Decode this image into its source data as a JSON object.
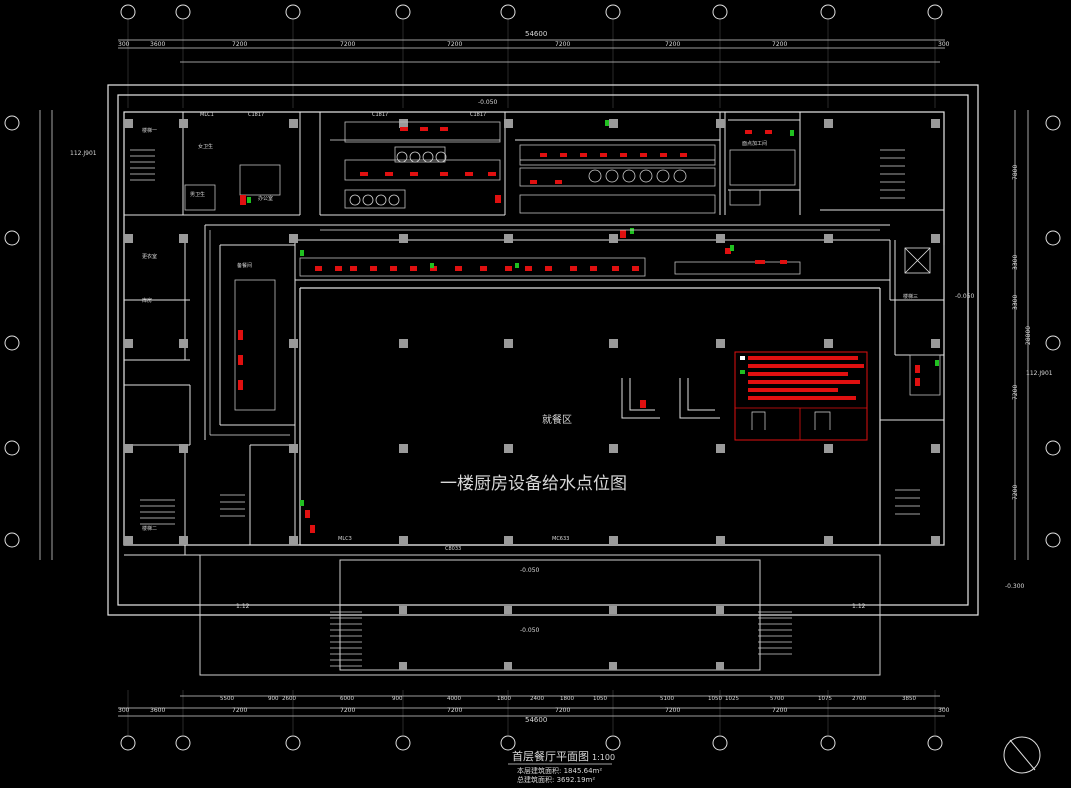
{
  "drawing": {
    "main_title": "一楼厨房设备给水点位图",
    "sheet_title": "首层餐厅平面图",
    "scale": "1:100",
    "area_line_1": "本层建筑面积: 1845.64m²",
    "area_line_2": "总建筑面积: 3692.19m²",
    "hall_label": "就餐区"
  },
  "dimensions": {
    "overall": "54600",
    "top_row": [
      "300",
      "3600",
      "7200",
      "7200",
      "7200",
      "7200",
      "7200",
      "7200",
      "300"
    ],
    "bottom_row": [
      "300",
      "3600",
      "7200",
      "7200",
      "7200",
      "7200",
      "7200",
      "7200",
      "300"
    ],
    "bottom_detail": [
      "5500",
      "900",
      "2600",
      "6000",
      "900",
      "4000",
      "1800",
      "2400",
      "1800",
      "1050",
      "5100",
      "1050",
      "1025",
      "5700",
      "1075",
      "2700",
      "3850"
    ],
    "right_side": [
      "7800",
      "3300",
      "3300",
      "28800",
      "7200",
      "7200"
    ]
  },
  "levels": {
    "kitchen": "-0.050",
    "outdoor_1": "-0.050",
    "outdoor_2": "-0.050",
    "right": "-0.300",
    "stair": "-0.050"
  },
  "rooms": {
    "stair_1": "楼梯一",
    "stair_2": "楼梯二",
    "female_wc": "女卫生",
    "male_wc": "男卫生",
    "office": "办公室",
    "changing": "更衣室",
    "storage": "库房",
    "prep": "备餐间",
    "stair_3": "楼梯三",
    "room_right": "面点加工间"
  },
  "doors": {
    "d1": "MLC1",
    "d2": "C1817",
    "d3": "C1817",
    "d4": "C1817",
    "d5": "MLC3",
    "d6": "C8033",
    "d7": "MC633"
  },
  "axes": {
    "left": [
      "112.J901"
    ],
    "right": [
      "112.J901"
    ]
  },
  "ramps": {
    "left": "1:12",
    "right": "1:12"
  }
}
